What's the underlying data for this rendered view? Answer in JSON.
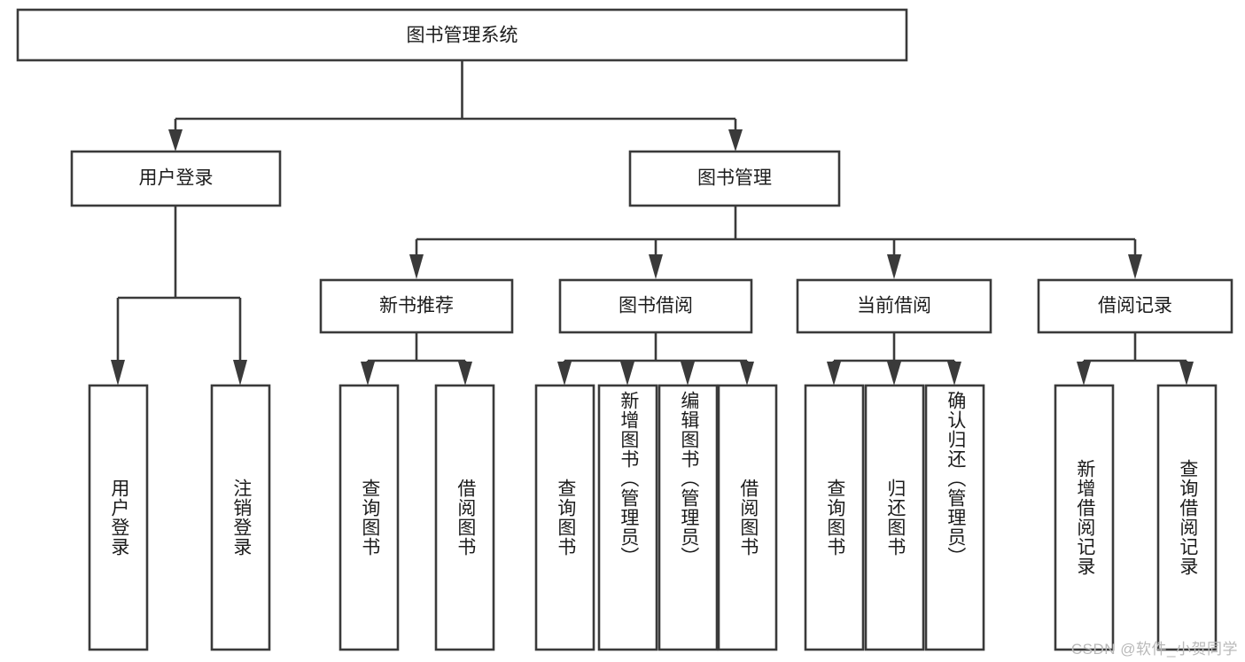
{
  "diagram": {
    "title": "图书管理系统",
    "type": "hierarchy-tree",
    "root": {
      "id": "root",
      "label": "图书管理系统",
      "level": 0
    },
    "level2": [
      {
        "id": "user-login",
        "label": "用户登录"
      },
      {
        "id": "book-manage",
        "label": "图书管理"
      }
    ],
    "level3": [
      {
        "id": "new-book-rec",
        "label": "新书推荐",
        "parent": "book-manage"
      },
      {
        "id": "book-borrow",
        "label": "图书借阅",
        "parent": "book-manage"
      },
      {
        "id": "current-borrow",
        "label": "当前借阅",
        "parent": "book-manage"
      },
      {
        "id": "borrow-record",
        "label": "借阅记录",
        "parent": "book-manage"
      }
    ],
    "leaves": [
      {
        "id": "leaf-user-login",
        "label": "用户登录",
        "parent": "user-login"
      },
      {
        "id": "leaf-logout",
        "label": "注销登录",
        "parent": "user-login"
      },
      {
        "id": "leaf-query-book-1",
        "label": "查询图书",
        "parent": "new-book-rec"
      },
      {
        "id": "leaf-borrow-book-1",
        "label": "借阅图书",
        "parent": "new-book-rec"
      },
      {
        "id": "leaf-query-book-2",
        "label": "查询图书",
        "parent": "book-borrow"
      },
      {
        "id": "leaf-add-book",
        "label": "新增图书（管理员）",
        "parent": "book-borrow"
      },
      {
        "id": "leaf-edit-book",
        "label": "编辑图书（管理员）",
        "parent": "book-borrow"
      },
      {
        "id": "leaf-borrow-book-2",
        "label": "借阅图书",
        "parent": "book-borrow"
      },
      {
        "id": "leaf-query-book-3",
        "label": "查询图书",
        "parent": "current-borrow"
      },
      {
        "id": "leaf-return-book",
        "label": "归还图书",
        "parent": "current-borrow"
      },
      {
        "id": "leaf-confirm-return",
        "label": "确认归还（管理员）",
        "parent": "current-borrow"
      },
      {
        "id": "leaf-add-record",
        "label": "新增借阅记录",
        "parent": "borrow-record"
      },
      {
        "id": "leaf-query-record",
        "label": "查询借阅记录",
        "parent": "borrow-record"
      }
    ]
  },
  "watermark": {
    "text": "CSDN @软件_小贺同学"
  },
  "colors": {
    "stroke": "#3a3a3a",
    "box_fill": "#ffffff",
    "text": "#1c1c1c",
    "background": "#ffffff",
    "watermark": "#b9b9b9"
  }
}
